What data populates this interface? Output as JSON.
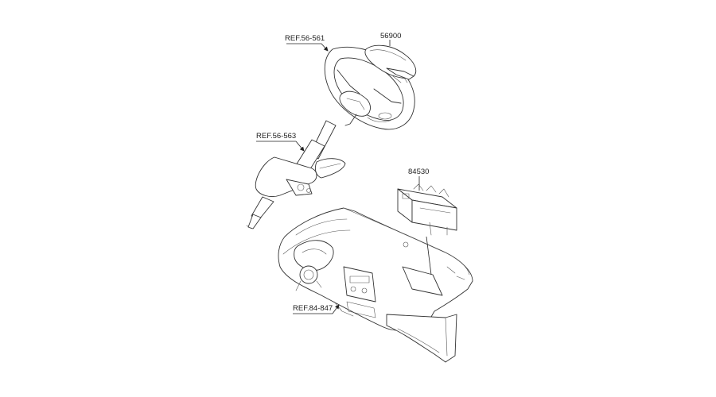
{
  "labels": {
    "ref_steering_wheel": "REF.56-561",
    "airbag_driver": "56900",
    "ref_steering_column": "REF.56-563",
    "airbag_passenger": "84530",
    "ref_crash_pad": "REF.84-847"
  }
}
